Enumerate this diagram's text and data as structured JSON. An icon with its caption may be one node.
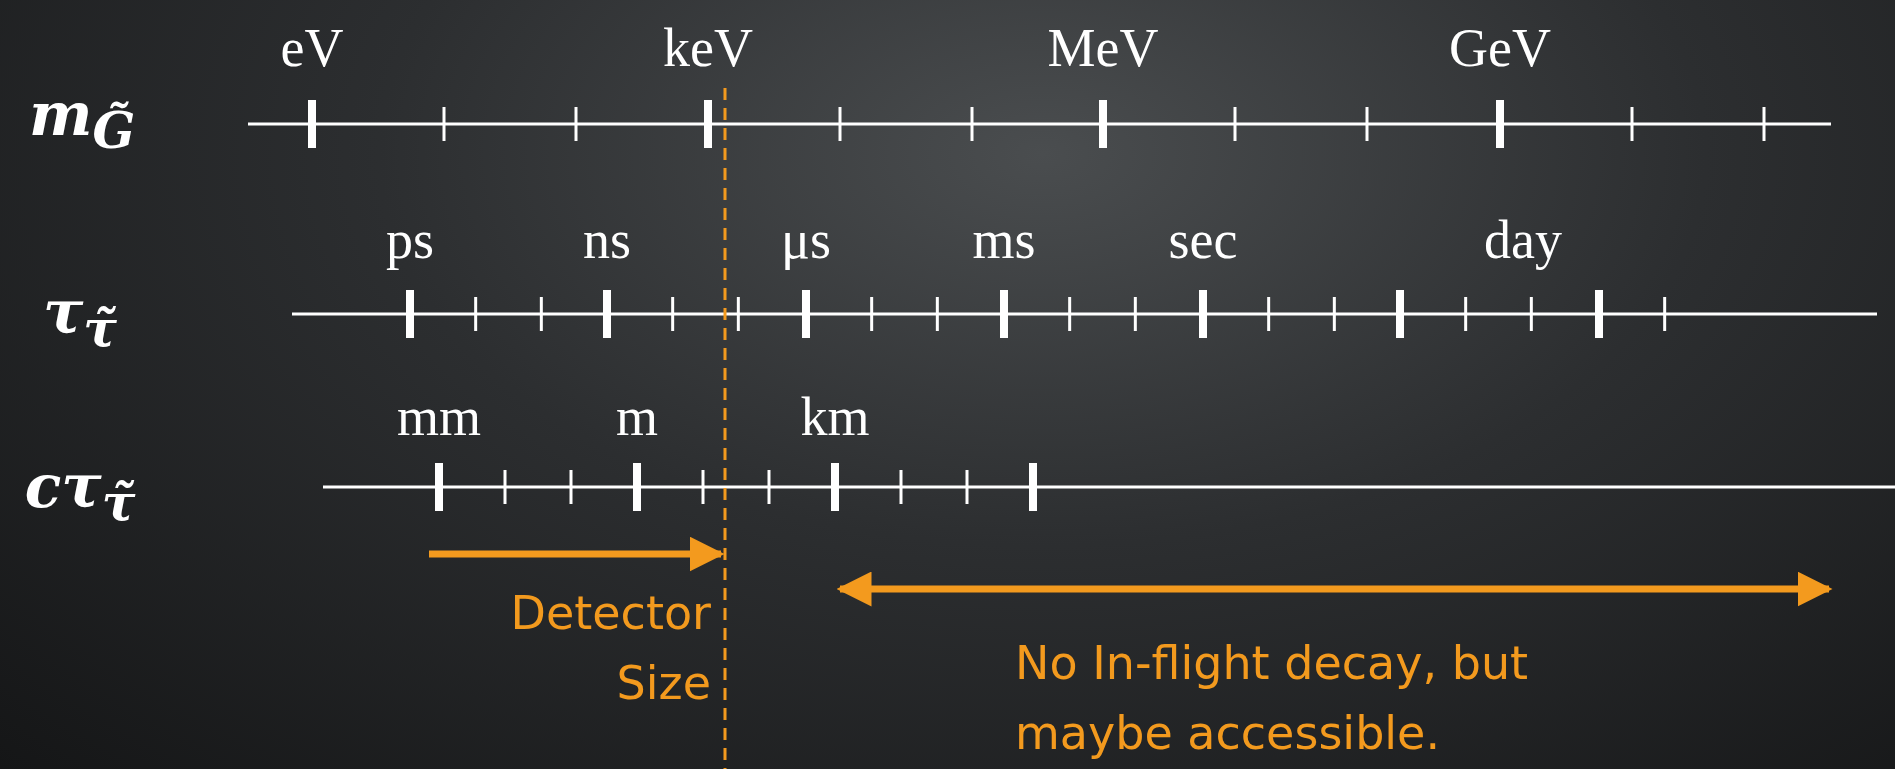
{
  "diagram": {
    "labels": [
      "eV",
      "keV",
      "MeV",
      "GeV",
      "m$_{G̃}$",
      "ps",
      "ns",
      "μs",
      "ms",
      "sec",
      "day",
      "τ$_{τ̃}$",
      "mm",
      "m",
      "km",
      "cτ$_{τ̃}$",
      "Detector Size",
      "No In-flight decay, but maybe accessible."
    ]
  }
}
